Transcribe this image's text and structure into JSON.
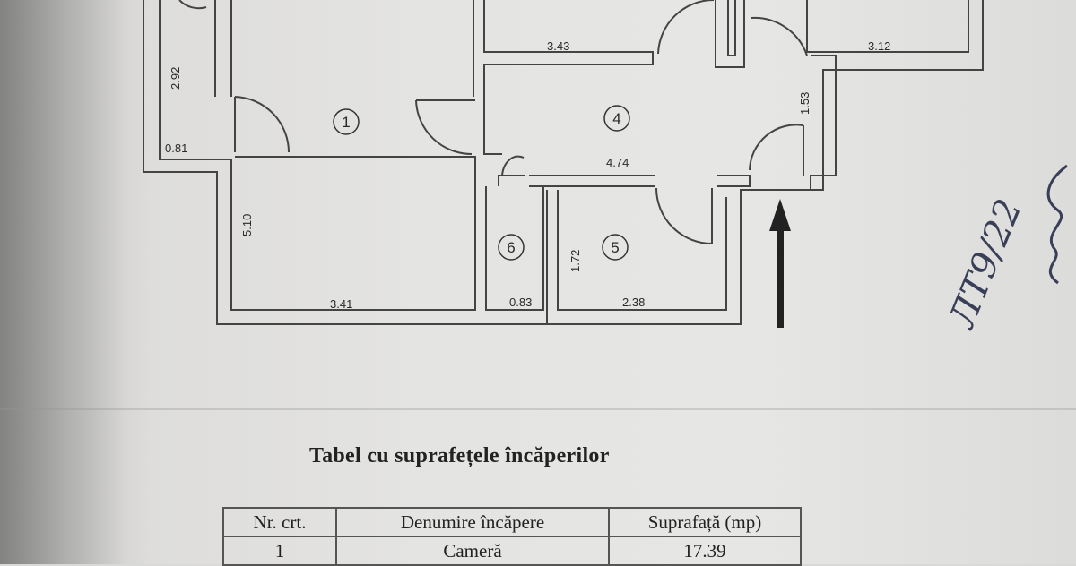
{
  "plan": {
    "rooms": [
      {
        "number": "1"
      },
      {
        "number": "4"
      },
      {
        "number": "5"
      },
      {
        "number": "6"
      }
    ],
    "dimensions": {
      "d_2_92": "2.92",
      "d_0_81": "0.81",
      "d_5_10": "5.10",
      "d_3_41": "3.41",
      "d_3_43": "3.43",
      "d_3_12": "3.12",
      "d_1_53": "1.53",
      "d_4_74": "4.74",
      "d_1_72": "1.72",
      "d_0_83": "0.83",
      "d_2_38": "2.38"
    }
  },
  "annotation": {
    "handwritten": "ЛТ9/22"
  },
  "table": {
    "title": "Tabel cu suprafețele încăperilor",
    "headers": [
      "Nr. crt.",
      "Denumire încăpere",
      "Suprafață (mp)"
    ],
    "rows": [
      [
        "1",
        "Cameră",
        "17.39"
      ]
    ]
  },
  "colors": {
    "paper": "#e4e4e2",
    "ink": "#2a2a2a",
    "wall": "#444444",
    "pen": "#3a3f58"
  }
}
